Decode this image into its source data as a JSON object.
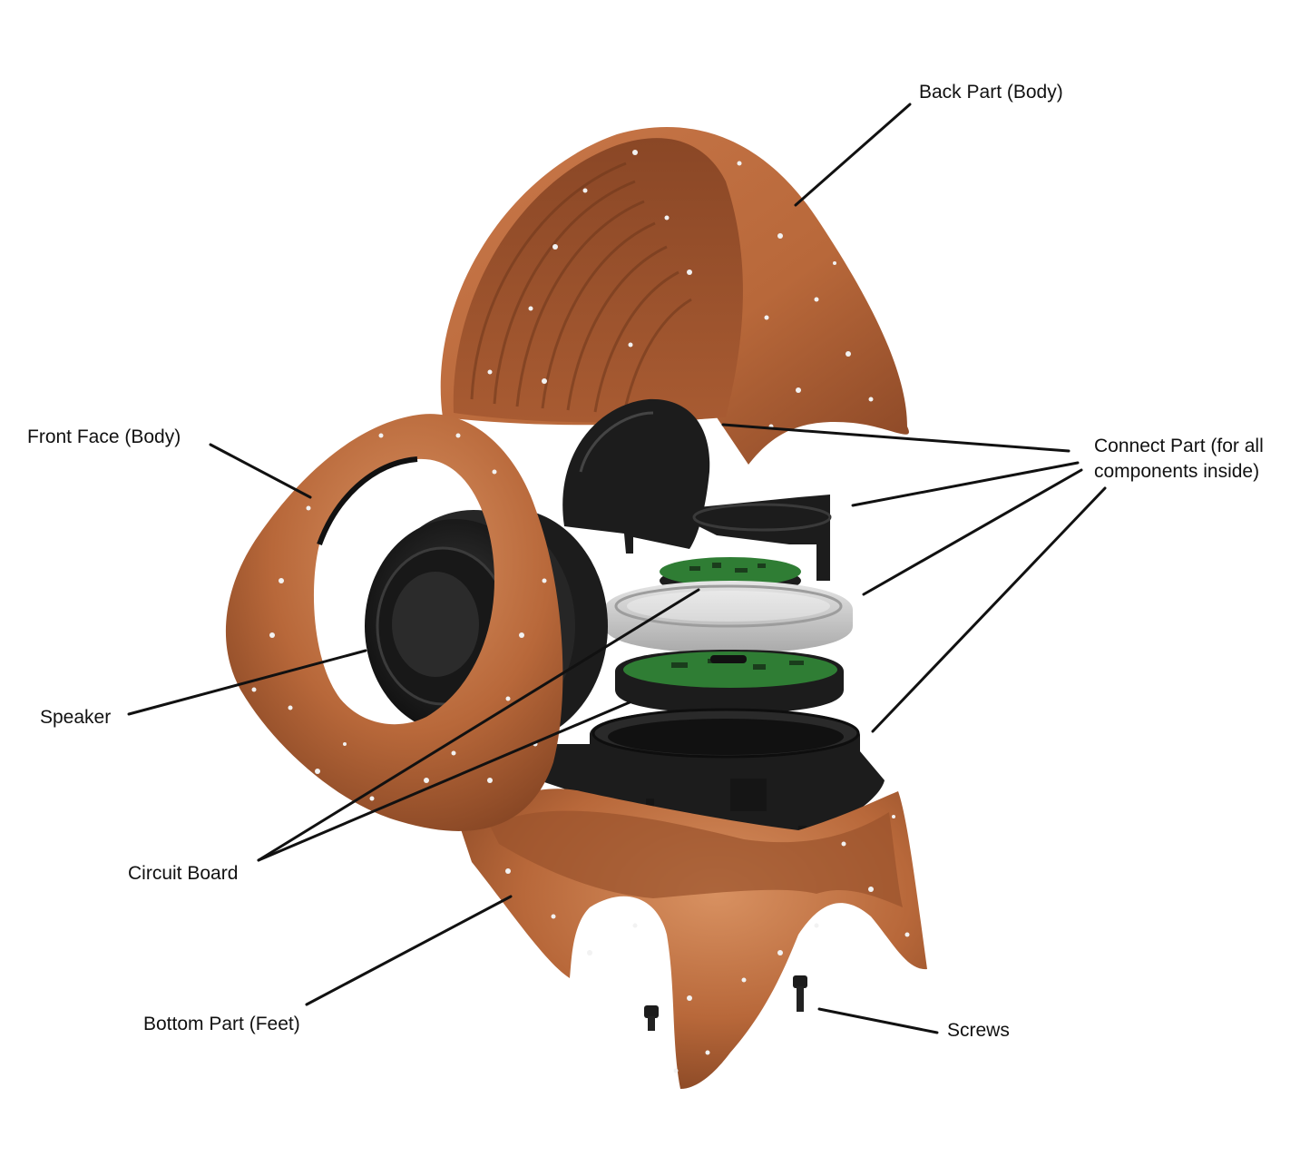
{
  "colors": {
    "shell": "#b8683a",
    "shell_light": "#d38a57",
    "shell_dark": "#7e4020",
    "plastic": "#1c1c1c",
    "pcb": "#2f7d34",
    "ring": "#cfcfcf",
    "speckle": "#f2f2f2",
    "leader": "#111111"
  },
  "labels": {
    "back_part": "Back Part (Body)",
    "front_face": "Front Face (Body)",
    "connect_part": "Connect Part (for all components inside)",
    "speaker": "Speaker",
    "circuit_board": "Circuit Board",
    "bottom_part": "Bottom Part (Feet)",
    "screws": "Screws"
  }
}
